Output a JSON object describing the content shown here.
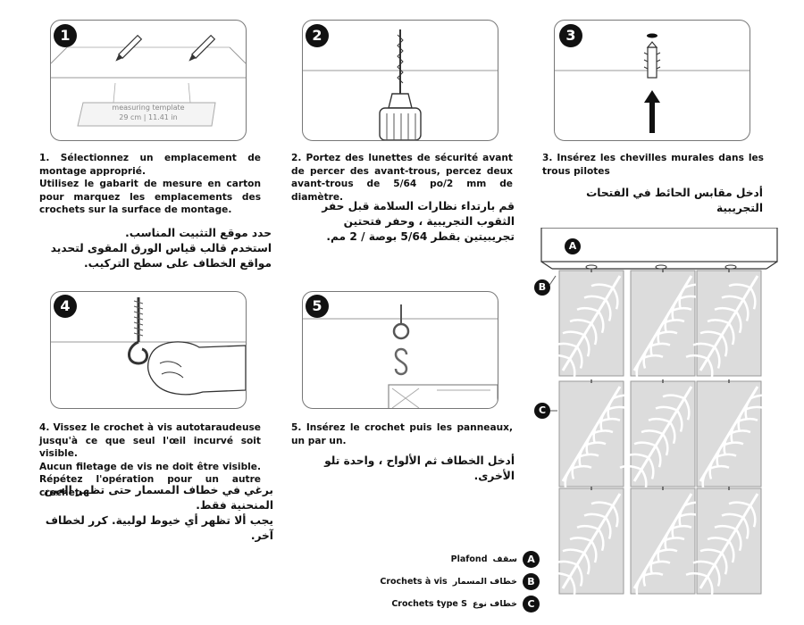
{
  "steps": [
    {
      "number": "1",
      "template_label": "measuring template",
      "template_size": "29 cm | 11.41 in",
      "fr_lines": [
        "1. Sélectionnez un emplacement de montage approprié.",
        "Utilisez le gabarit de mesure en carton pour marquez les emplacements des crochets sur la surface de montage."
      ],
      "ar_lines": [
        "حدد موقع التثبيت المناسب.",
        "استخدم قالب قياس الورق المقوى لتحديد مواقع الخطاف على سطح التركيب."
      ]
    },
    {
      "number": "2",
      "fr_lines": [
        "2. Portez des lunettes de sécurité avant de percer des avant-trous, percez deux avant-trous de 5/64 po/2 mm de diamètre."
      ],
      "ar_lines": [
        "قم بارتداء نظارات السلامة قبل حفر الثقوب التجريبية ، وحفر فتحتين تجريبيتين بقطر 5/64 بوصة / 2 مم."
      ]
    },
    {
      "number": "3",
      "fr_lines": [
        "3. Insérez les chevilles murales dans les trous pilotes"
      ],
      "ar_lines": [
        "أدخل مقابس الحائط في الفتحات التجريبية"
      ]
    },
    {
      "number": "4",
      "fr_lines": [
        "4. Vissez le crochet à vis autotaraudeuse jusqu'à ce que seul l'œil incurvé soit visible.",
        "Aucun filetage de vis ne doit être visible. Répétez l'opération pour un autre crochet."
      ],
      "ar_lines": [
        "برغي في خطاف المسمار حتى تظهر العين المنحنية فقط.",
        "يجب ألا تظهر أي خيوط لولبية. كرر لخطاف آخر."
      ]
    },
    {
      "number": "5",
      "fr_lines": [
        "5. Insérez le crochet puis les panneaux, un par un."
      ],
      "ar_lines": [
        "أدخل الخطاف ثم الألواح ، واحدة تلو الأخرى."
      ]
    }
  ],
  "diagram_labels": {
    "a": "A",
    "b": "B",
    "c": "C"
  },
  "legend": [
    {
      "letter": "A",
      "fr": "Plafond",
      "ar": "سقف"
    },
    {
      "letter": "B",
      "fr": "Crochets à vis",
      "ar": "خطاف المسمار"
    },
    {
      "letter": "C",
      "fr": "Crochets type  S",
      "ar": "خطاف نوع"
    }
  ],
  "colors": {
    "ink": "#111111",
    "line": "#777777",
    "panel_fill": "#dcdcdc"
  }
}
